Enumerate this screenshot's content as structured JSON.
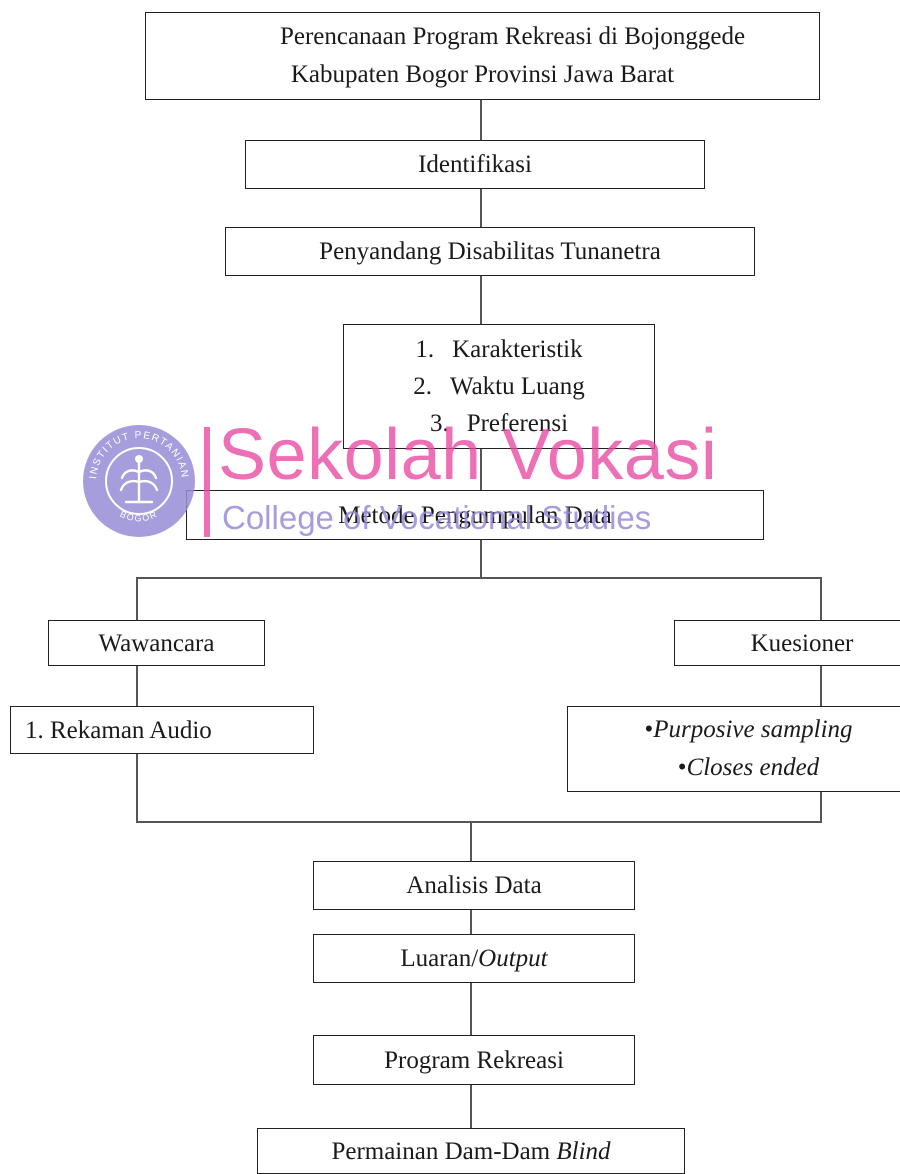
{
  "diagram": {
    "title": {
      "line1": "Perencanaan Program Rekreasi di Bojonggede",
      "line2": "Kabupaten Bogor Provinsi Jawa Barat"
    },
    "identifikasi": "Identifikasi",
    "penyandang": "Penyandang Disabilitas Tunanetra",
    "aspects": [
      {
        "num": "1.",
        "label": "Karakteristik"
      },
      {
        "num": "2.",
        "label": "Waktu Luang"
      },
      {
        "num": "3.",
        "label": "Preferensi"
      }
    ],
    "metode": "Metode Pengumpulan Data",
    "wawancara": "Wawancara",
    "rekaman": "1. Rekaman Audio",
    "kuesioner": "Kuesioner",
    "kuesioner_items": [
      {
        "bullet": "•",
        "label": "Purposive sampling"
      },
      {
        "bullet": "•",
        "label": "Closes ended"
      }
    ],
    "analisis": "Analisis Data",
    "luaran": {
      "plain": "Luaran/",
      "italic": "Output"
    },
    "program": "Program Rekreasi",
    "permainan": {
      "plain": "Permainan Dam-Dam ",
      "italic": "Blind"
    }
  },
  "watermark": {
    "title": "Sekolah Vokasi",
    "subtitle": "College of Vocational Studies",
    "logo_top_text": "INSTITUT PERTANIAN",
    "logo_bottom_text": "BOGOR",
    "pink": "#e846a0",
    "lavender": "#968cd7"
  }
}
